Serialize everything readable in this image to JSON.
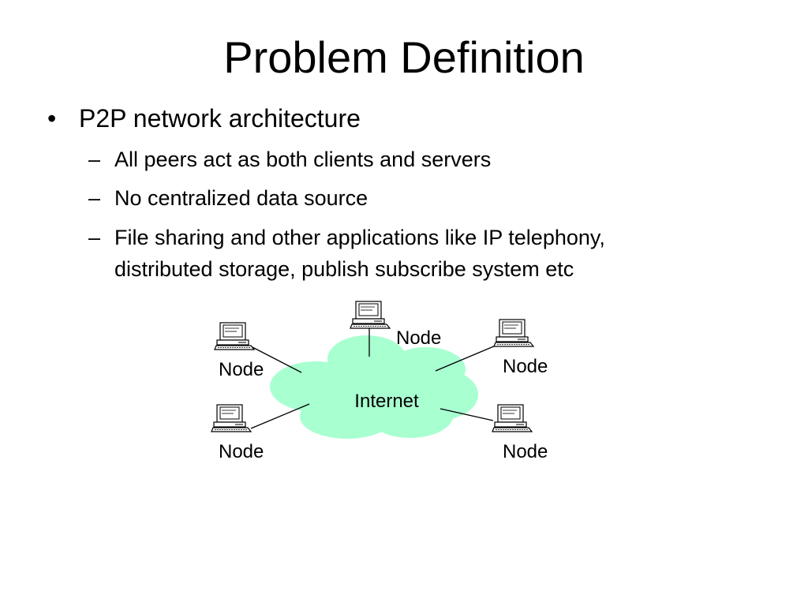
{
  "slide": {
    "title": "Problem Definition"
  },
  "bullets": {
    "main": {
      "marker": "•",
      "text": "P2P network architecture"
    },
    "sub_marker": "–",
    "sub_items": [
      {
        "text": "All peers act as both clients and servers"
      },
      {
        "text": "No centralized data source"
      },
      {
        "line1": "File sharing and other applications like IP telephony,",
        "line2": "distributed storage, publish subscribe system etc"
      }
    ]
  },
  "diagram": {
    "center_label": "Internet",
    "node_labels": [
      "Node",
      "Node",
      "Node",
      "Node",
      "Node"
    ],
    "colors": {
      "cloud_fill": "#a8ffd0",
      "line": "#000000"
    },
    "icon": "computer-icon"
  }
}
